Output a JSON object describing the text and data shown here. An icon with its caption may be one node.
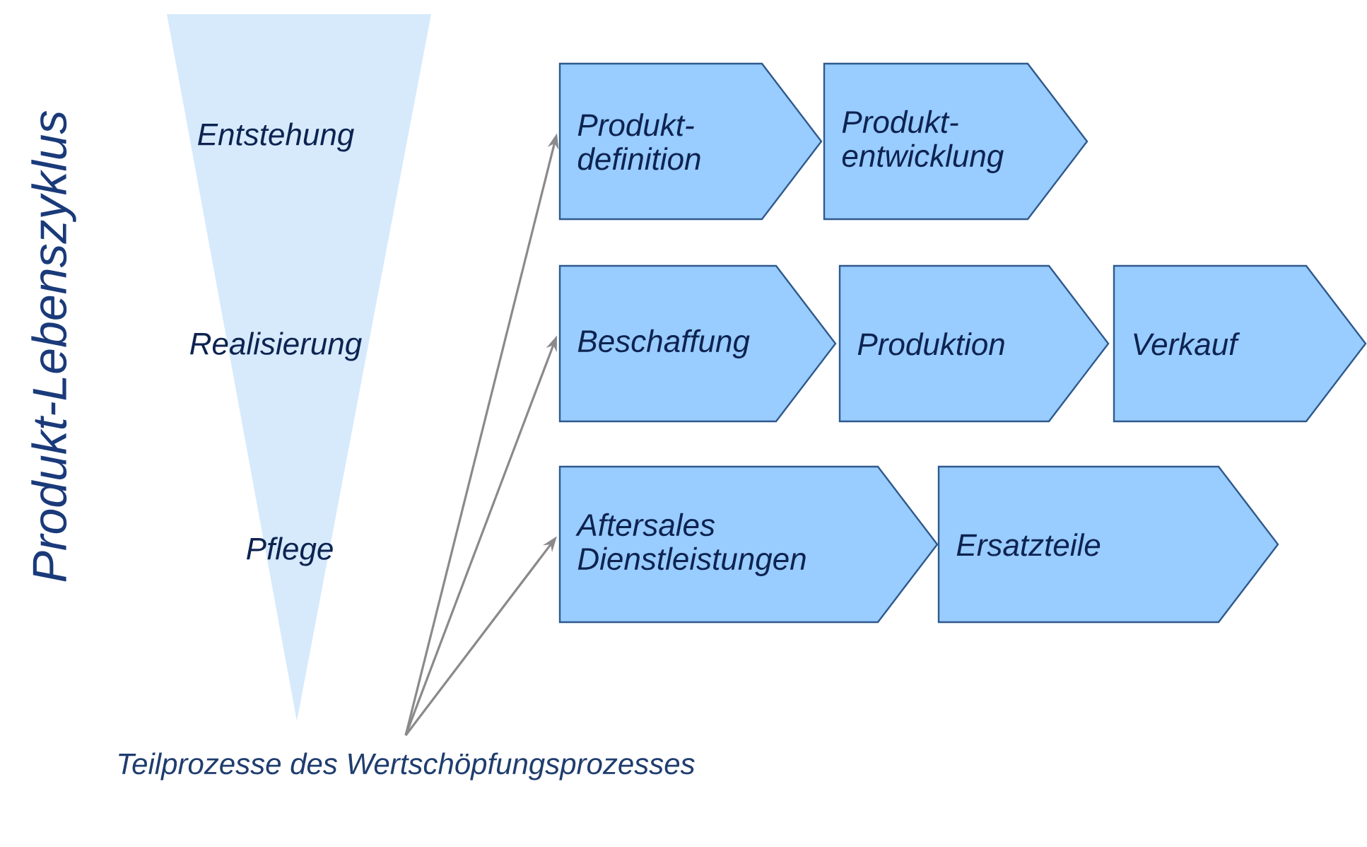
{
  "diagram": {
    "nodes": [
      {
        "text": [
          "Produkt-definition"
        ]
      },
      {
        "text": [
          "Produkt-entwicklung"
        ]
      },
      {
        "text": [
          "Beschaffung"
        ]
      },
      {
        "text": [
          "Produktion"
        ]
      },
      {
        "text": [
          "Verkauf"
        ]
      },
      {
        "text": [
          "Aftersales Dienstleistungen"
        ]
      },
      {
        "text": [
          "Ersatzteile"
        ]
      },
      {
        "text": [
          "Teilprozesse des Wertschöpfungsprozesses"
        ]
      }
    ],
    "edges": [
      {
        "from": 7,
        "to": 0,
        "arrow": "to"
      },
      {
        "from": 7,
        "to": 2,
        "arrow": "to"
      },
      {
        "from": 7,
        "to": 5,
        "arrow": "to"
      }
    ],
    "labels": [
      "Produkt-Lebenszyklus",
      "Entstehung",
      "Realisierung",
      "Pflege"
    ]
  }
}
